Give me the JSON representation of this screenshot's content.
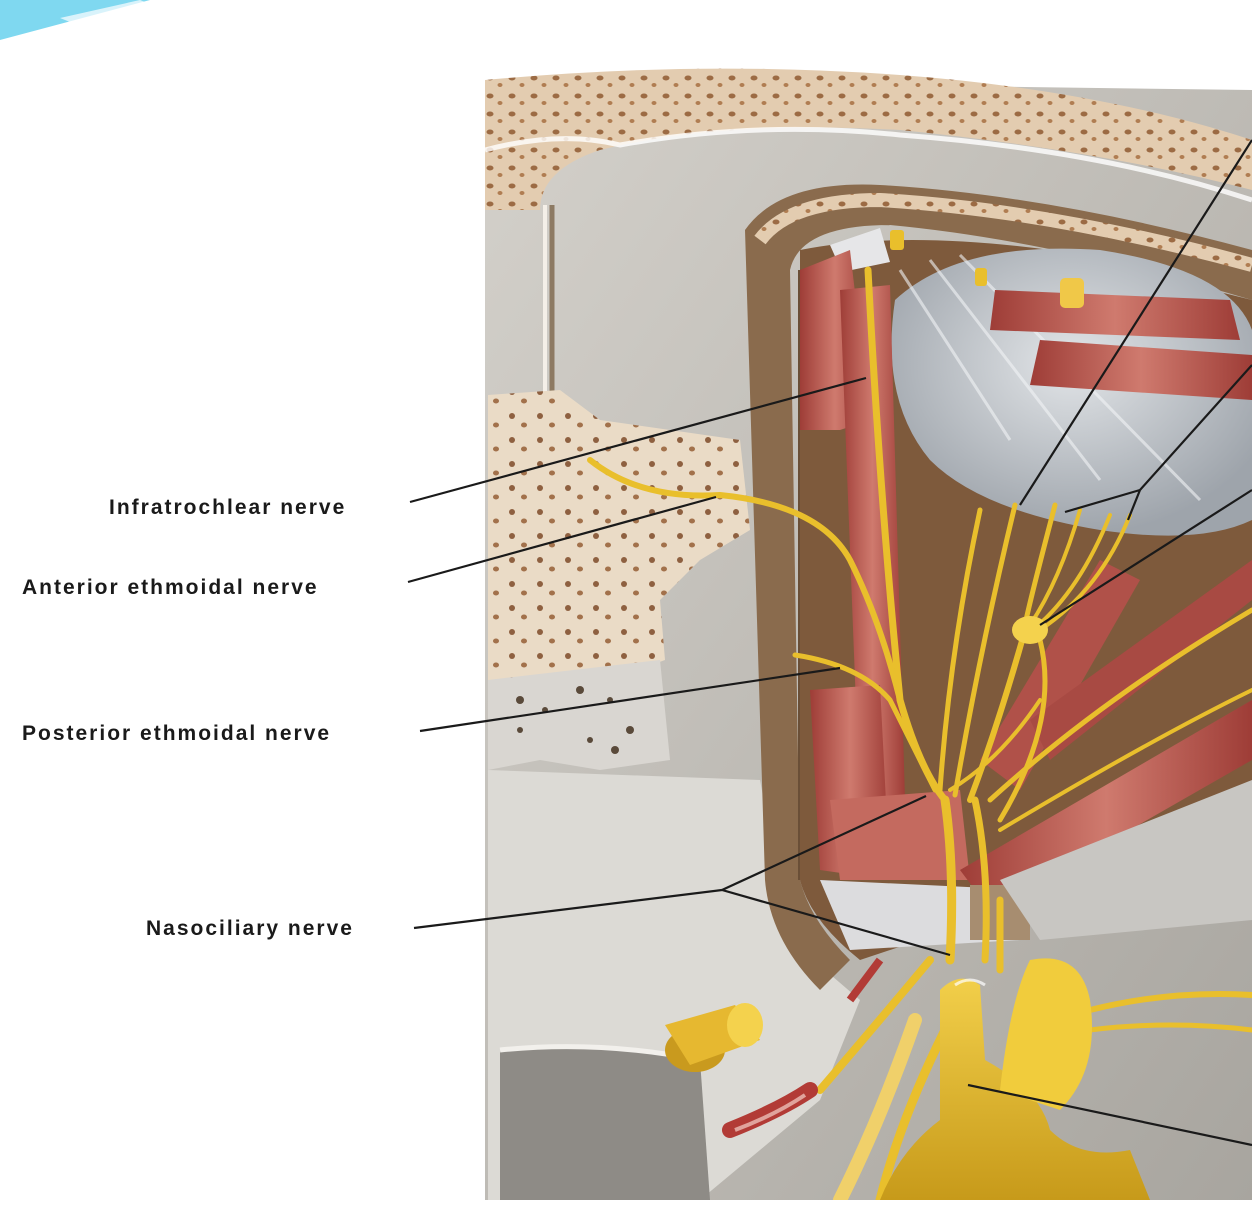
{
  "labels": {
    "infratrochlear": "Infratrochlear nerve",
    "anterior_ethmoidal": "Anterior ethmoidal nerve",
    "posterior_ethmoidal": "Posterior ethmoidal nerve",
    "nasociliary": "Nasociliary nerve"
  },
  "colors": {
    "background": "#ffffff",
    "bone": "#e6d2b8",
    "bone_pores": "#a87a4e",
    "grey_membrane": "#b9b7b1",
    "muscle": "#b8504a",
    "nerve": "#e9bf2c",
    "eyeball": "#c9cdd1",
    "leader_line": "#1a1a1a",
    "corner_accent": "#7fd8f0"
  }
}
